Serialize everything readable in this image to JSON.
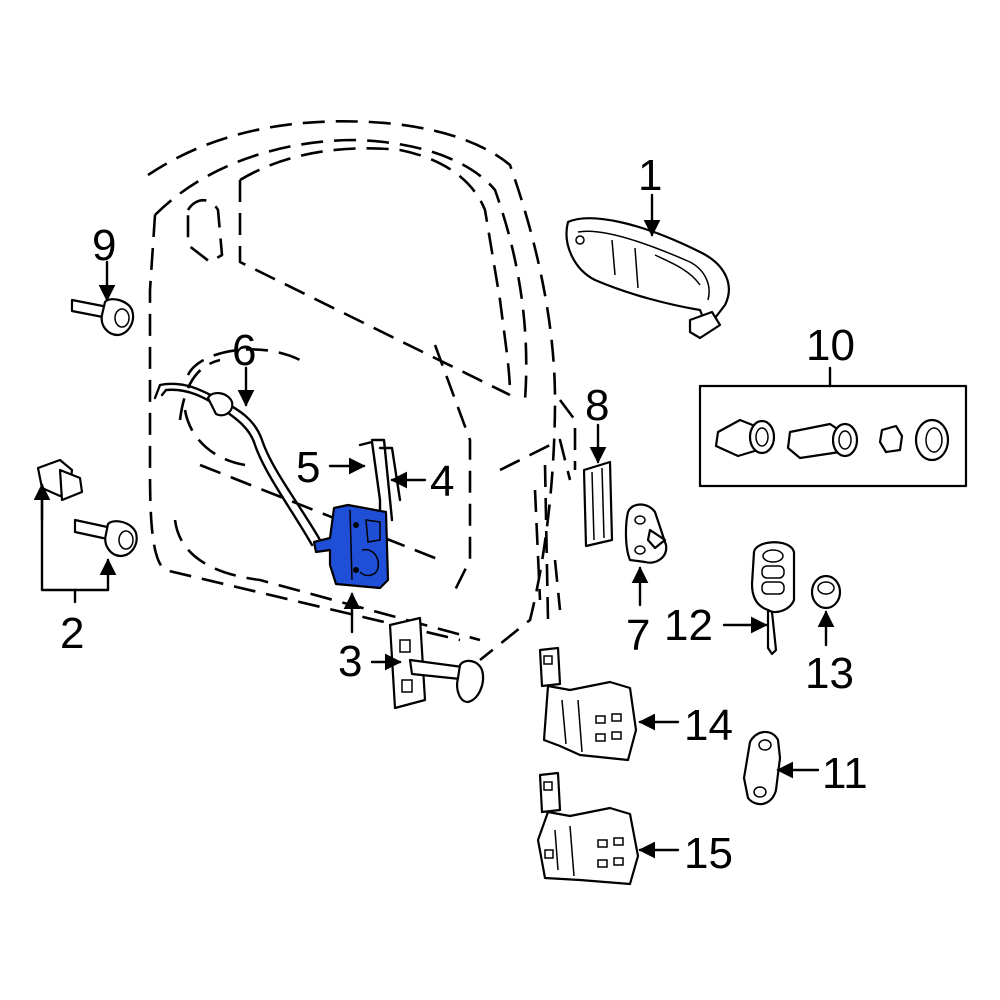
{
  "colors": {
    "highlight": "#1f4fd6"
  },
  "callouts": {
    "c1": "1",
    "c2": "2",
    "c3": "3",
    "c4": "4",
    "c5": "5",
    "c6": "6",
    "c7": "7",
    "c8": "8",
    "c9": "9",
    "c10": "10",
    "c11": "11",
    "c12": "12",
    "c13": "13",
    "c14": "14",
    "c15": "15"
  }
}
